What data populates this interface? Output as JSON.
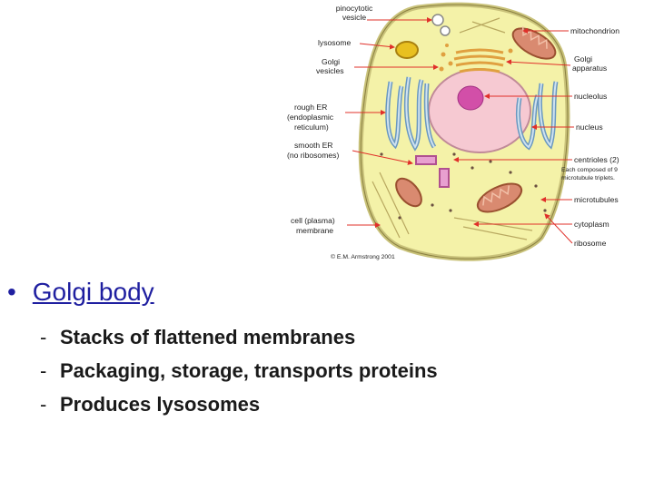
{
  "diagram": {
    "labels_left": {
      "pinocytotic": [
        "pinocytotic",
        "vesicle"
      ],
      "lysosome": [
        "lysosome"
      ],
      "golgi_vesicles": [
        "Golgi",
        "vesicles"
      ],
      "rough_er": [
        "rough ER",
        "(endoplasmic",
        "reticulum)"
      ],
      "smooth_er": [
        "smooth ER",
        "(no ribosomes)"
      ],
      "cell_membrane": [
        "cell (plasma)",
        "membrane"
      ]
    },
    "labels_right": {
      "mitochondrion": [
        "mitochondrion"
      ],
      "golgi_apparatus": [
        "Golgi",
        "apparatus"
      ],
      "nucleolus": [
        "nucleolus"
      ],
      "nucleus": [
        "nucleus"
      ],
      "centrioles": [
        "centrioles (2)",
        "Each composed of 9",
        "microtubule triplets."
      ],
      "microtubules": [
        "microtubules"
      ],
      "cytoplasm": [
        "cytoplasm"
      ],
      "ribosome": [
        "ribosome"
      ]
    },
    "copyright": "© E.M. Armstrong 2001",
    "colors": {
      "cytoplasm": "#f4f2a8",
      "membrane": "#c9c27a",
      "nucleus": "#f6c9d2",
      "nucleolus": "#d24fa8",
      "er": "#9fc3e0",
      "mitochondrion": "#d98a70",
      "golgi": "#e0a040",
      "lysosome": "#e8c020",
      "arrow": "#e0302a"
    }
  },
  "content": {
    "bullet": "Golgi body",
    "points": [
      "Stacks of flattened membranes",
      "Packaging, storage, transports proteins",
      "Produces lysosomes"
    ],
    "bullet_glyph": "•",
    "dash_glyph": "-"
  }
}
